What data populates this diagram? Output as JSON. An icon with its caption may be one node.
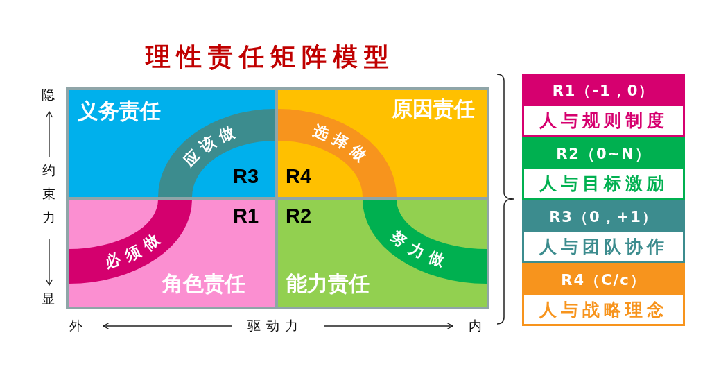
{
  "diagram": {
    "title": "理性责任矩阵模型",
    "nodes": [
      {
        "text": [
          "义务责任",
          "R3"
        ]
      },
      {
        "text": [
          "原因责任",
          "R4"
        ]
      },
      {
        "text": [
          "R1",
          "角色责任"
        ]
      },
      {
        "text": [
          "R2",
          "能力责任"
        ]
      },
      {
        "text": [
          "应该做"
        ],
        "in": 0
      },
      {
        "text": [
          "选择做"
        ],
        "in": 1
      },
      {
        "text": [
          "必须做"
        ],
        "in": 2
      },
      {
        "text": [
          "努力做"
        ],
        "in": 3
      },
      {
        "text": [
          "R1（-1，0）",
          "人与规则制度"
        ]
      },
      {
        "text": [
          "R2（0~N）",
          "人与目标激励"
        ]
      },
      {
        "text": [
          "R3（0，+1）",
          "人与团队协作"
        ]
      },
      {
        "text": [
          "R4（C/c）",
          "人与战略理念"
        ]
      }
    ],
    "labels": [
      "隐",
      "约束力",
      "显",
      "外",
      "驱动力",
      "内"
    ]
  }
}
